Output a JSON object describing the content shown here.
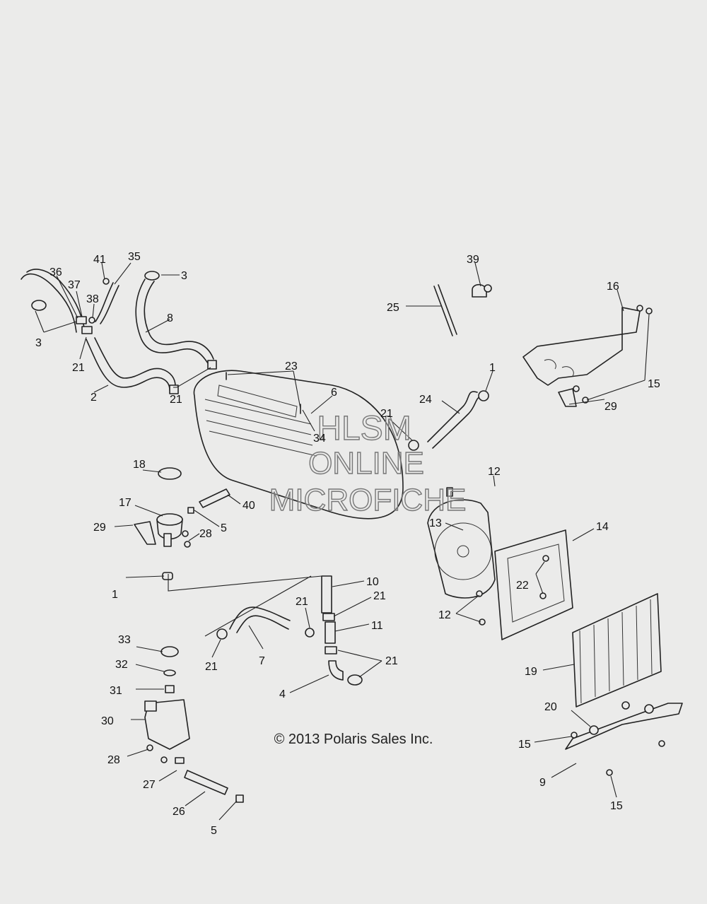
{
  "watermark": {
    "line1": "HLSM",
    "line2": "ONLINE",
    "line3": "MICROFICHE"
  },
  "copyright": "© 2013 Polaris Sales Inc.",
  "callouts": [
    "1",
    "2",
    "3",
    "4",
    "5",
    "6",
    "7",
    "8",
    "9",
    "10",
    "11",
    "12",
    "13",
    "14",
    "15",
    "16",
    "17",
    "18",
    "19",
    "20",
    "21",
    "22",
    "23",
    "24",
    "25",
    "26",
    "27",
    "28",
    "29",
    "30",
    "31",
    "32",
    "33",
    "34",
    "35",
    "36",
    "37",
    "38",
    "39",
    "40",
    "41"
  ]
}
